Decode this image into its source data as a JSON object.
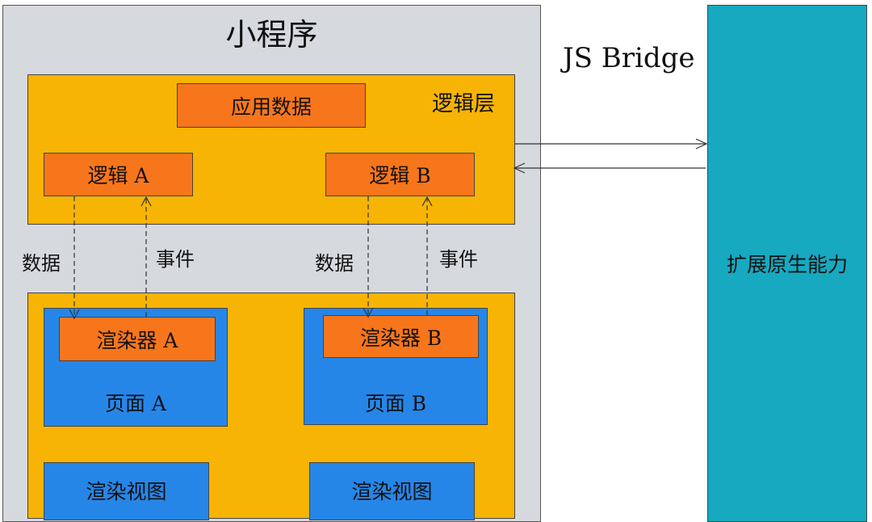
{
  "diagram": {
    "container_title": "小程序",
    "logic_layer": {
      "label": "逻辑层",
      "app_data": "应用数据",
      "logic_a": "逻辑 A",
      "logic_b": "逻辑 B"
    },
    "edges": {
      "data_a": "数据",
      "event_a": "事件",
      "data_b": "数据",
      "event_b": "事件"
    },
    "view_layer": {
      "renderer_a": "渲染器 A",
      "renderer_b": "渲染器 B",
      "page_a": "页面 A",
      "page_b": "页面 B",
      "render_view_1": "渲染视图",
      "render_view_2": "渲染视图"
    },
    "bridge_label": "JS Bridge",
    "native_label": "扩展原生能力",
    "colors": {
      "container": "#d6d9de",
      "layer": "#f8b404",
      "box_orange": "#f7761c",
      "box_blue": "#2686e8",
      "native": "#16a9c0"
    }
  }
}
